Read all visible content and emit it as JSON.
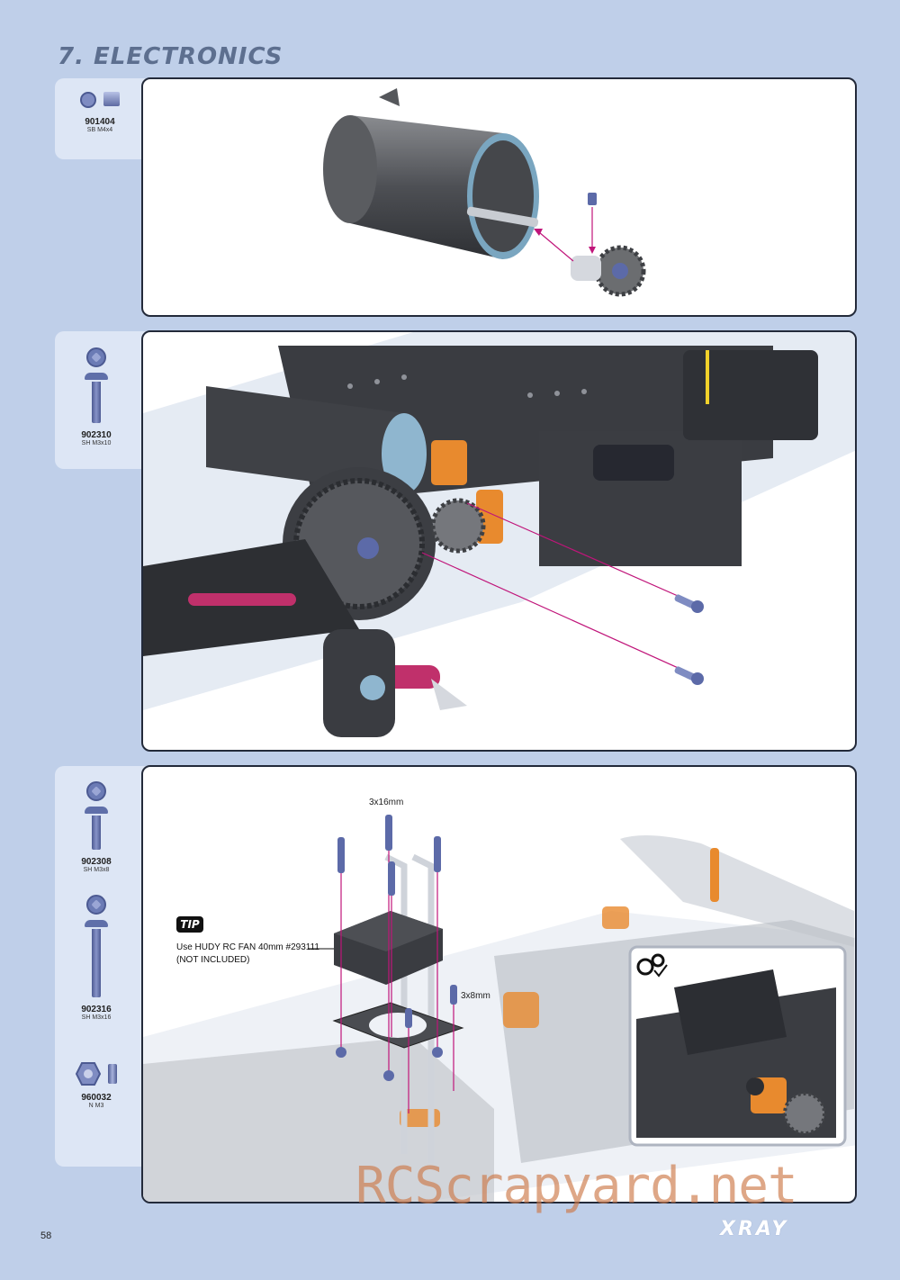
{
  "section_title": "7. ELECTRONICS",
  "page_number": "58",
  "brand": "XRAY",
  "watermark": "RCScrapyard.net",
  "steps": [
    {
      "parts": [
        {
          "code": "901404",
          "name": "SB M4x4"
        }
      ]
    },
    {
      "parts": [
        {
          "code": "902310",
          "name": "SH M3x10"
        }
      ]
    },
    {
      "parts": [
        {
          "code": "902308",
          "name": "SH M3x8"
        },
        {
          "code": "902316",
          "name": "SH M3x16"
        },
        {
          "code": "960032",
          "name": "N M3"
        }
      ],
      "labels": {
        "screw_long": "3x16mm",
        "screw_short": "3x8mm"
      },
      "tip": {
        "badge": "TIP",
        "text": "Use HUDY RC FAN 40mm #293111\n(NOT INCLUDED)"
      }
    }
  ],
  "colors": {
    "background": "#bfcfe9",
    "tab": "#dde6f5",
    "accent_orange": "#e88a2e",
    "arrow_magenta": "#c0157a",
    "screw_blue": "#6b7bb5"
  }
}
